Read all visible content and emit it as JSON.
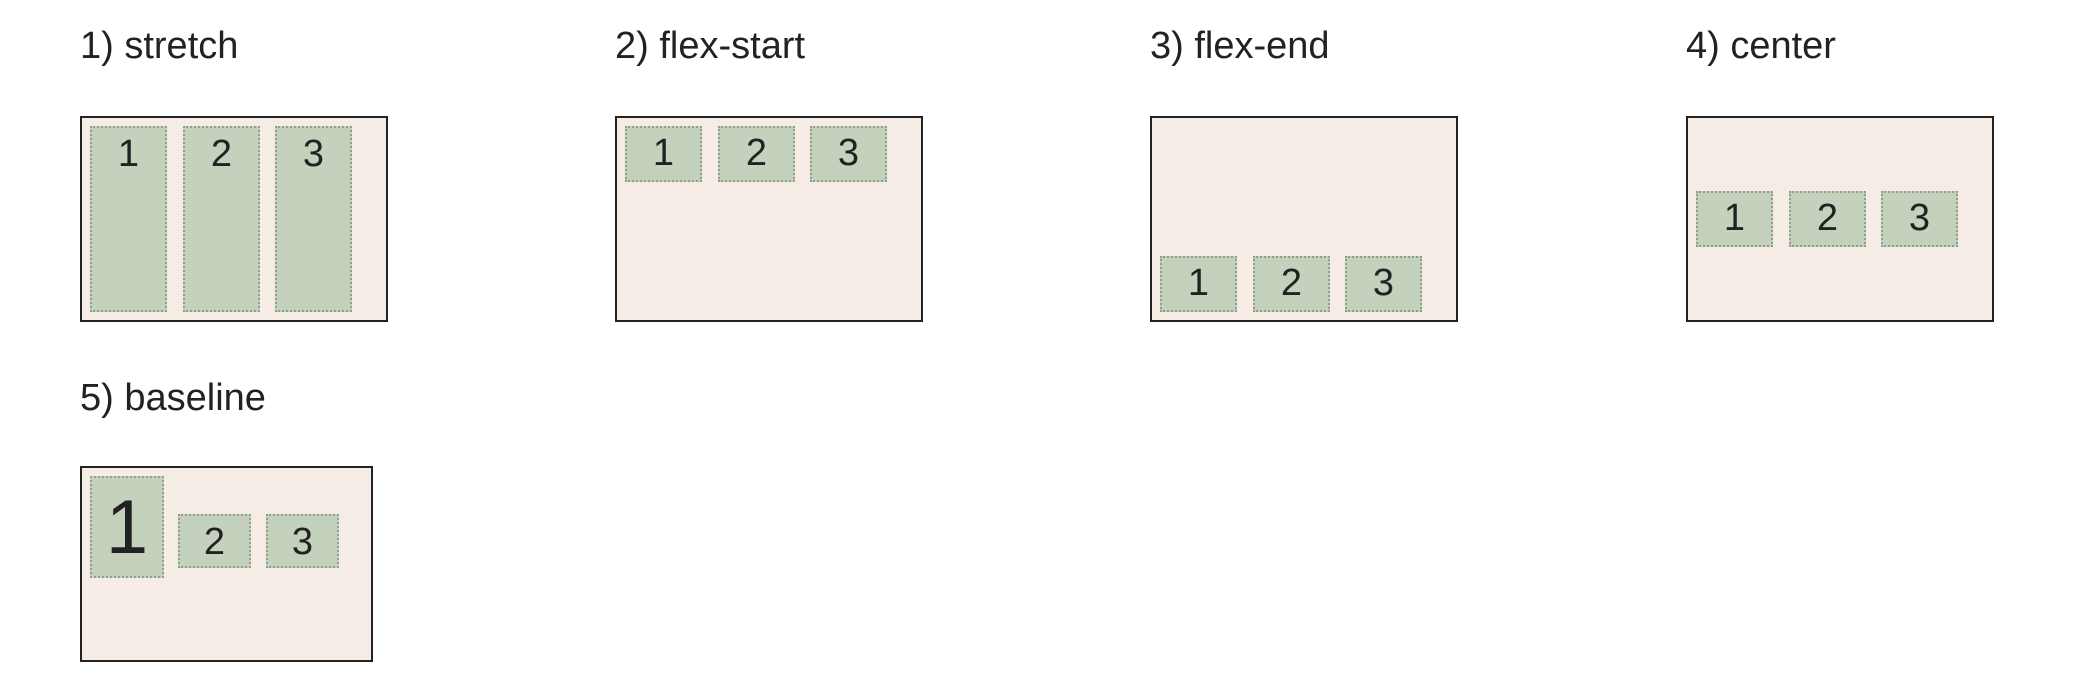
{
  "examples": [
    {
      "title": "1) stretch",
      "items": [
        "1",
        "2",
        "3"
      ]
    },
    {
      "title": "2) flex-start",
      "items": [
        "1",
        "2",
        "3"
      ]
    },
    {
      "title": "3) flex-end",
      "items": [
        "1",
        "2",
        "3"
      ]
    },
    {
      "title": "4) center",
      "items": [
        "1",
        "2",
        "3"
      ]
    },
    {
      "title": "5) baseline",
      "items": [
        "1",
        "2",
        "3"
      ]
    }
  ],
  "colors": {
    "container_background": "#f5ece5",
    "item_background": "#c3d1bd",
    "item_border": "#8f9f8a",
    "border": "#222222"
  }
}
